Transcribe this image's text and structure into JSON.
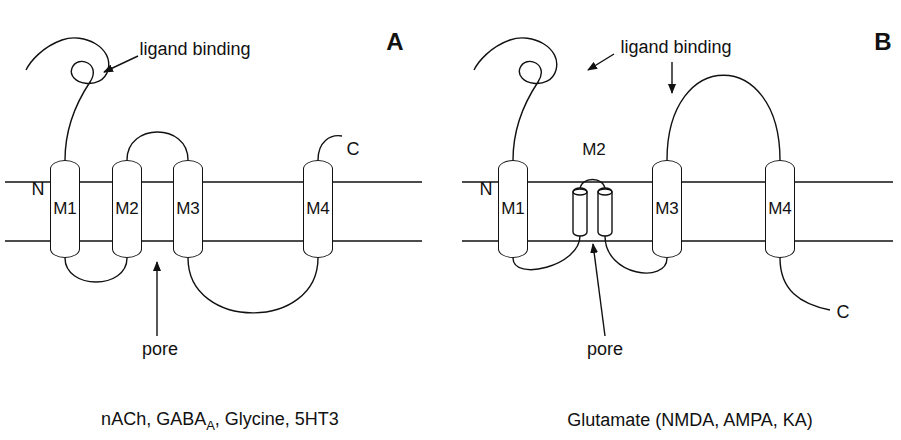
{
  "diagram": {
    "nodes": [
      {
        "text": [
          "M1"
        ]
      },
      {
        "text": [
          "M2"
        ]
      },
      {
        "text": [
          "M3"
        ]
      },
      {
        "text": [
          "M4"
        ]
      },
      {
        "text": [
          "M1"
        ]
      },
      {
        "text": [
          "M3"
        ]
      },
      {
        "text": [
          "M4"
        ]
      }
    ],
    "edges": [
      {
        "from": 0,
        "to": 1,
        "arrow": "none"
      },
      {
        "from": 1,
        "to": 2,
        "arrow": "none"
      },
      {
        "from": 2,
        "to": 3,
        "arrow": "none"
      },
      {
        "from": 5,
        "to": 6,
        "arrow": "none"
      }
    ],
    "labels": [
      "A",
      "N",
      "C",
      "ligand binding",
      "pore",
      "nACh, GABA",
      "A",
      ", Glycine, 5HT3",
      "B",
      "N",
      "C",
      "ligand binding",
      "pore",
      "M2",
      "Glutamate (NMDA, AMPA, KA)"
    ]
  }
}
